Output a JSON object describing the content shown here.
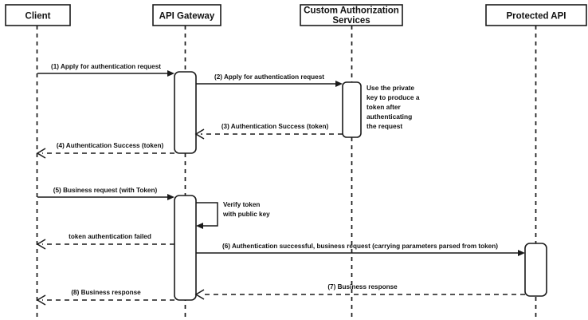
{
  "diagram": {
    "title": "JWT authentication sequence diagram",
    "type": "uml-sequence-diagram",
    "background_color": "#ffffff",
    "line_color": "#1a1a1a"
  },
  "participants": [
    {
      "id": "client",
      "label": "Client"
    },
    {
      "id": "api_gateway",
      "label": "API Gateway"
    },
    {
      "id": "custom_auth",
      "label_line1": "Custom Authorization",
      "label_line2": "Services"
    },
    {
      "id": "protected_api",
      "label": "Protected API"
    }
  ],
  "messages": [
    {
      "seq": "1",
      "label": "(1) Apply for authentication request",
      "from": "client",
      "to": "api_gateway",
      "style": "solid",
      "direction": "right"
    },
    {
      "seq": "2",
      "label": "(2) Apply for authentication request",
      "from": "api_gateway",
      "to": "custom_auth",
      "style": "solid",
      "direction": "right"
    },
    {
      "seq": "3",
      "label": "(3) Authentication Success (token)",
      "from": "custom_auth",
      "to": "api_gateway",
      "style": "dashed",
      "direction": "left"
    },
    {
      "seq": "4",
      "label": "(4) Authentication Success (token)",
      "from": "api_gateway",
      "to": "client",
      "style": "dashed",
      "direction": "left"
    },
    {
      "seq": "5",
      "label": "(5) Business request (with Token)",
      "from": "client",
      "to": "api_gateway",
      "style": "solid",
      "direction": "right"
    },
    {
      "seq": "self",
      "label_line1": "Verify token",
      "label_line2": "with public key",
      "from": "api_gateway",
      "to": "api_gateway",
      "style": "solid",
      "direction": "self"
    },
    {
      "seq": "fail",
      "label": "token authentication failed",
      "from": "api_gateway",
      "to": "client",
      "style": "dashed",
      "direction": "left"
    },
    {
      "seq": "6",
      "label": "(6) Authentication successful, business request (carrying parameters parsed from token)",
      "from": "api_gateway",
      "to": "protected_api",
      "style": "solid",
      "direction": "right"
    },
    {
      "seq": "7",
      "label": "(7) Business response",
      "from": "protected_api",
      "to": "api_gateway",
      "style": "dashed",
      "direction": "left"
    },
    {
      "seq": "8",
      "label": "(8) Business response",
      "from": "api_gateway",
      "to": "client",
      "style": "dashed",
      "direction": "left"
    }
  ],
  "notes": [
    {
      "id": "private-key-note",
      "attached_to": "custom_auth",
      "lines": [
        "Use the private",
        "key to produce a",
        "token after",
        "authenticating",
        "the request"
      ]
    }
  ]
}
